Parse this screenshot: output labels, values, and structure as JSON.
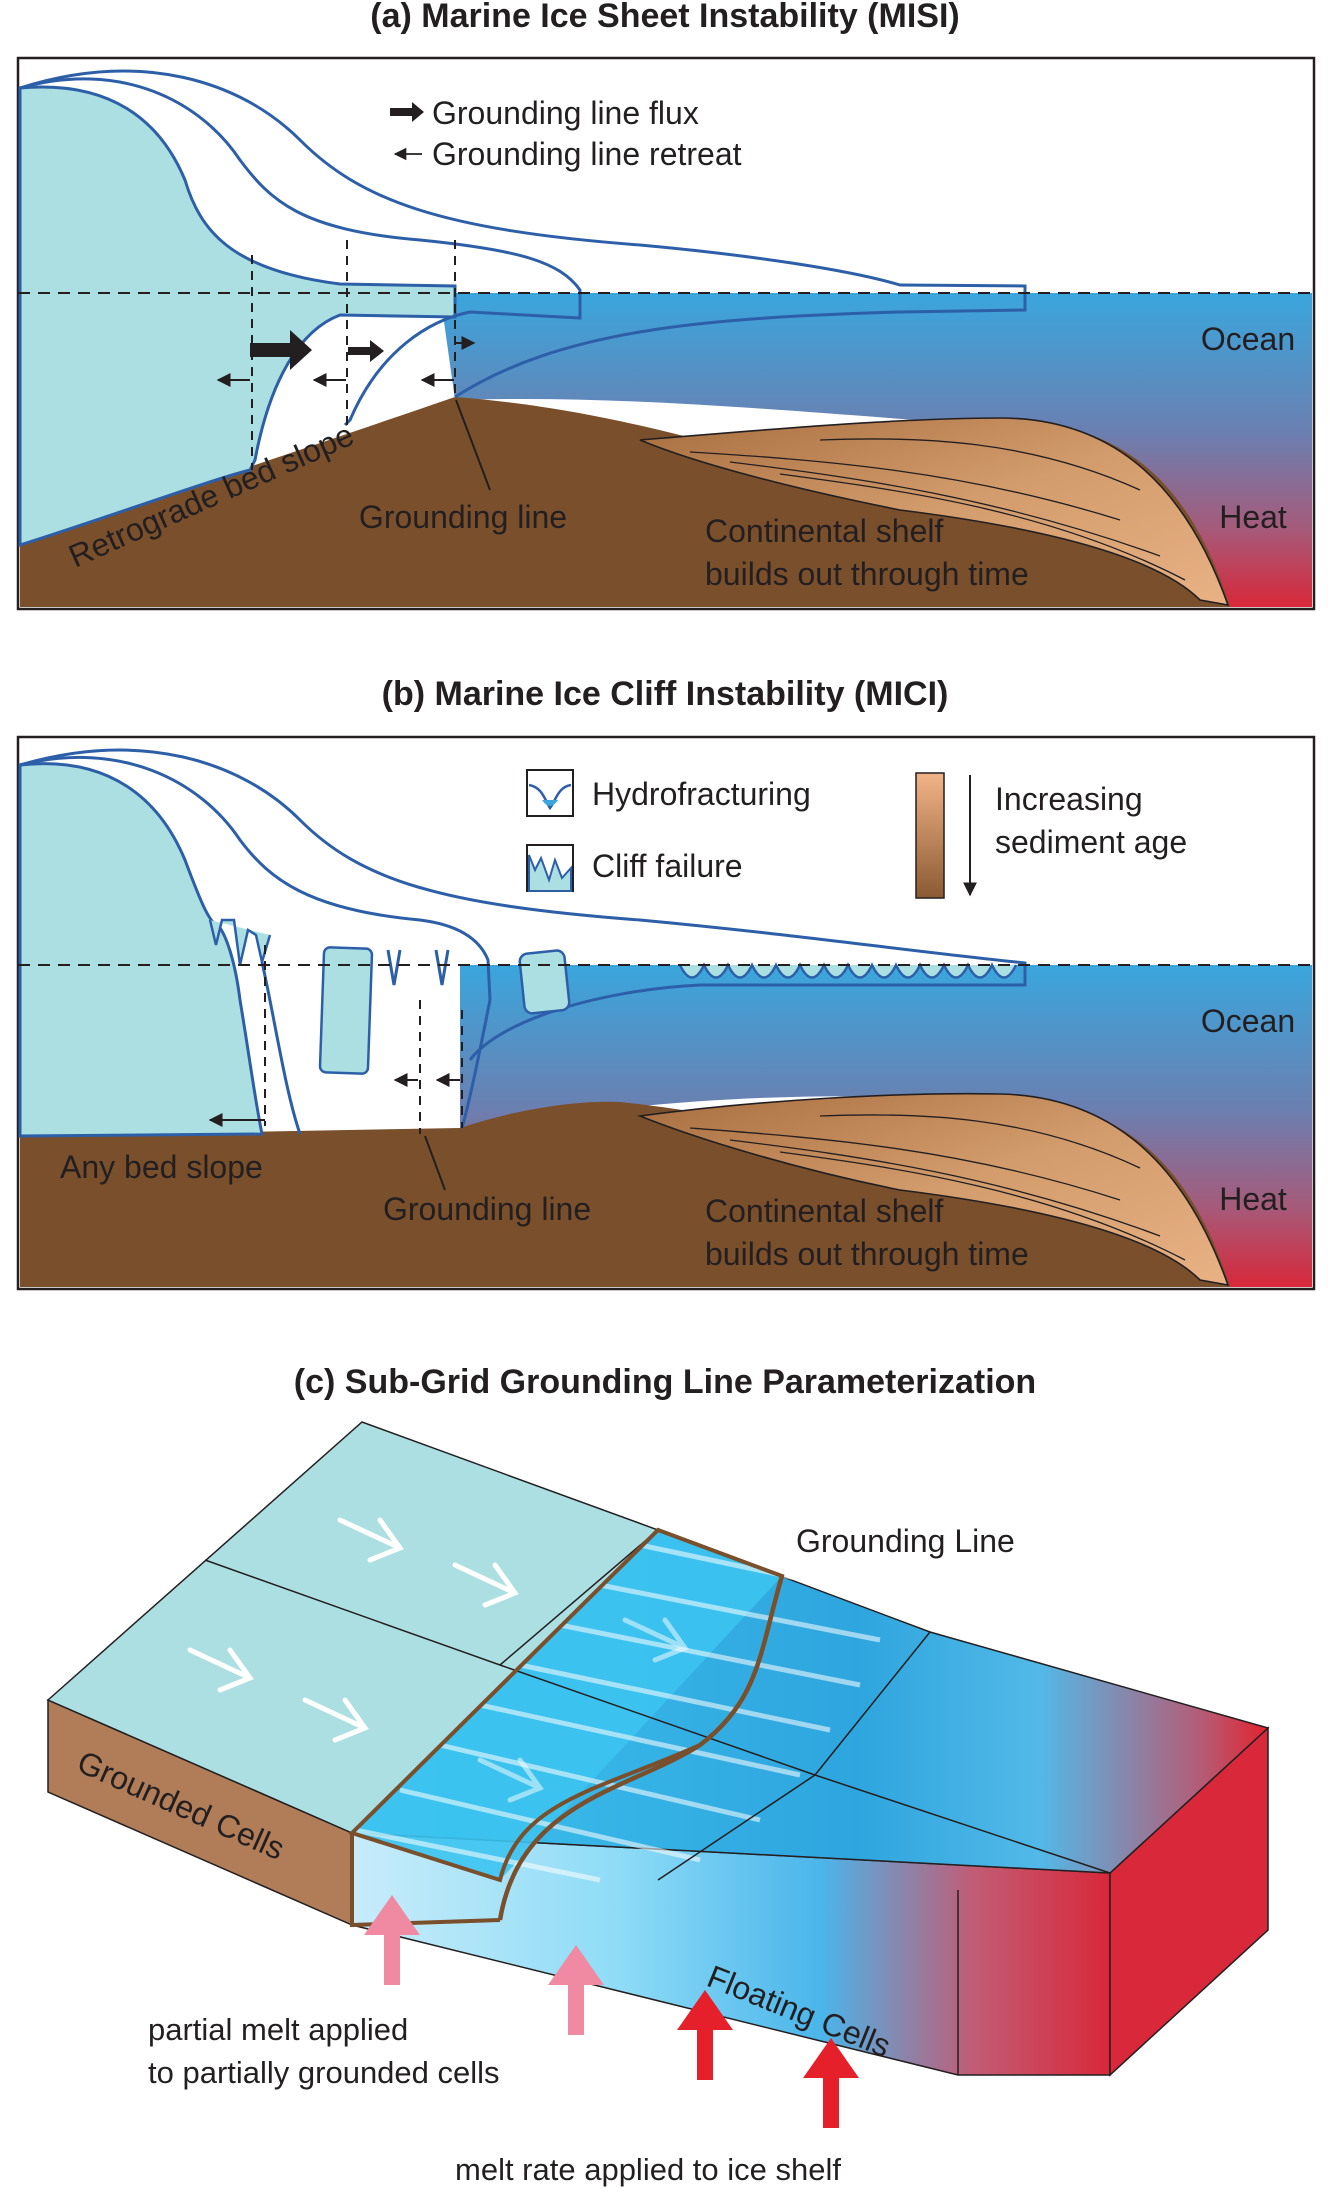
{
  "panel_a": {
    "title": "(a) Marine Ice Sheet Instability (MISI)",
    "legend_flux": "Grounding line flux",
    "legend_retreat": "Grounding line retreat",
    "ocean": "Ocean",
    "heat": "Heat",
    "bed": "Retrograde bed slope",
    "grounding_line": "Grounding line",
    "shelf_line1": "Continental shelf",
    "shelf_line2": "builds out through time"
  },
  "panel_b": {
    "title": "(b) Marine Ice Cliff Instability (MICI)",
    "legend_hydro": "Hydrofracturing",
    "legend_cliff": "Cliff failure",
    "legend_age_line1": "Increasing",
    "legend_age_line2": "sediment age",
    "ocean": "Ocean",
    "heat": "Heat",
    "bed": "Any bed slope",
    "grounding_line": "Grounding line",
    "shelf_line1": "Continental shelf",
    "shelf_line2": "builds out through time"
  },
  "panel_c": {
    "title": "(c) Sub-Grid Grounding Line Parameterization",
    "grounding_line": "Grounding Line",
    "grounded_cells": "Grounded Cells",
    "floating_cells": "Floating Cells",
    "partial_line1": "partial melt applied",
    "partial_line2": "to partially grounded cells",
    "melt_rate": "melt rate applied to ice shelf"
  },
  "colors": {
    "ice": "#acdfe2",
    "ice_outline": "#2d5fa8",
    "ocean_top": "#3aa6dd",
    "heat": "#d8283a",
    "bed": "#7a4f2c",
    "sediment": "#d19a6a",
    "floating": "#3cc3ef",
    "arrow_pink": "#f08aa3",
    "arrow_red": "#e5202b"
  }
}
